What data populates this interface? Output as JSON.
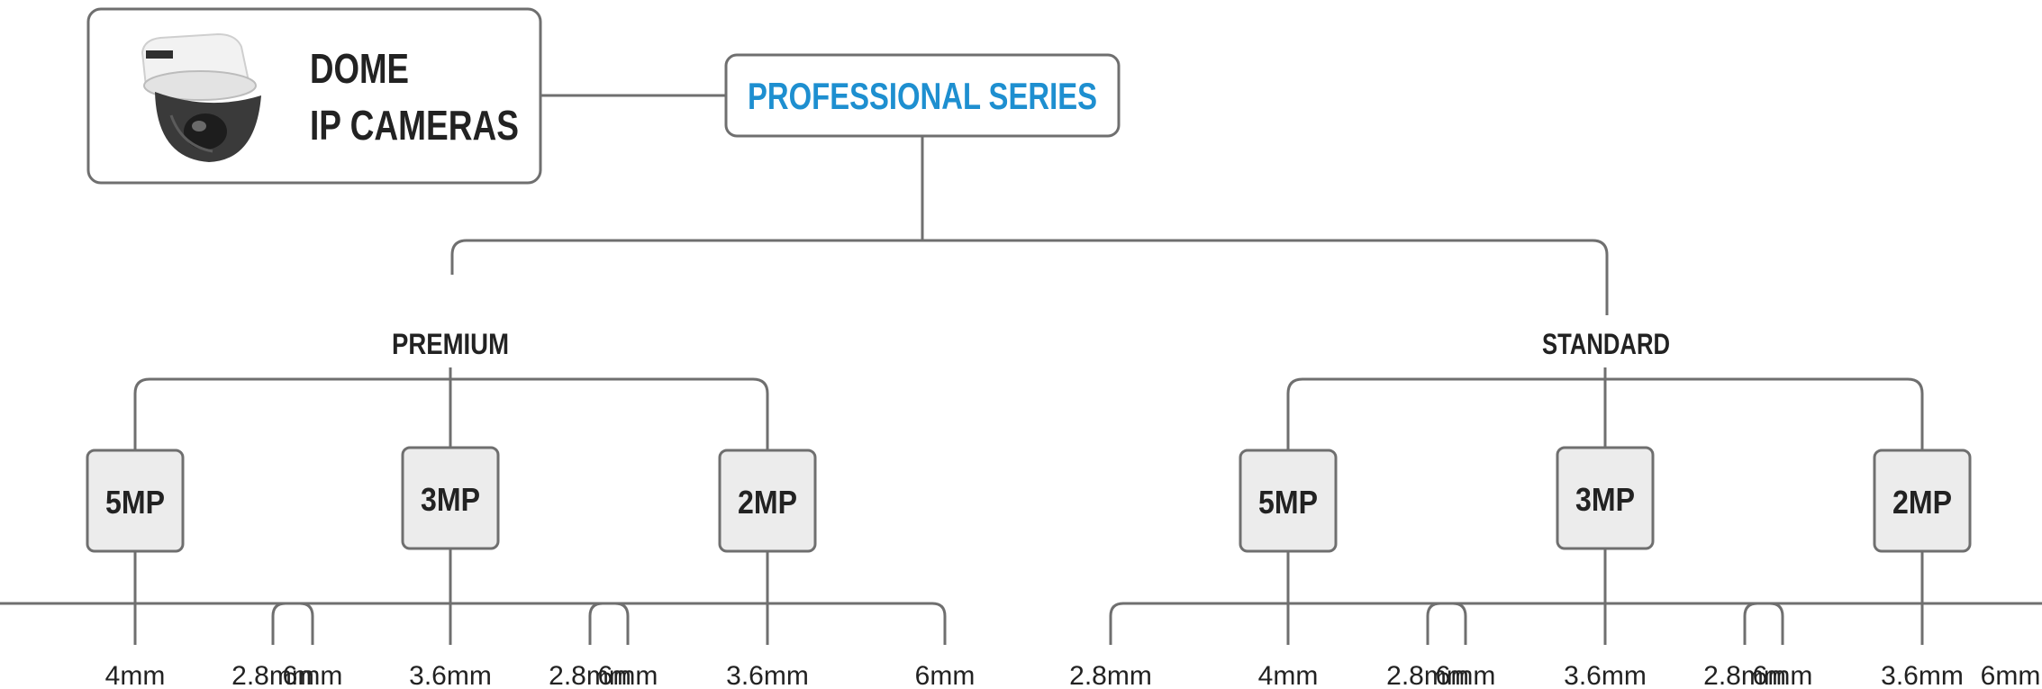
{
  "product_card": {
    "title_line1": "DOME",
    "title_line2": "IP CAMERAS",
    "image_icon": "dome-camera-icon"
  },
  "series_title": "PROFESSIONAL SERIES",
  "colors": {
    "accent": "#1e8fd0",
    "line": "#6f6f6f",
    "box_border": "#6f6f6f",
    "box_fill": "#ececec",
    "text": "#222222"
  },
  "branches": [
    {
      "label": "PREMIUM",
      "resolutions": [
        {
          "label": "5MP",
          "lenses": [
            "2.8mm",
            "4mm",
            "6mm"
          ]
        },
        {
          "label": "3MP",
          "lenses": [
            "2.8mm",
            "3.6mm",
            "6mm"
          ]
        },
        {
          "label": "2MP",
          "lenses": [
            "2.8mm",
            "3.6mm",
            "6mm"
          ]
        }
      ]
    },
    {
      "label": "STANDARD",
      "resolutions": [
        {
          "label": "5MP",
          "lenses": [
            "2.8mm",
            "4mm",
            "6mm"
          ]
        },
        {
          "label": "3MP",
          "lenses": [
            "2.8mm",
            "3.6mm",
            "6mm"
          ]
        },
        {
          "label": "2MP",
          "lenses": [
            "2.8mm",
            "3.6mm",
            "6mm"
          ]
        }
      ]
    }
  ]
}
